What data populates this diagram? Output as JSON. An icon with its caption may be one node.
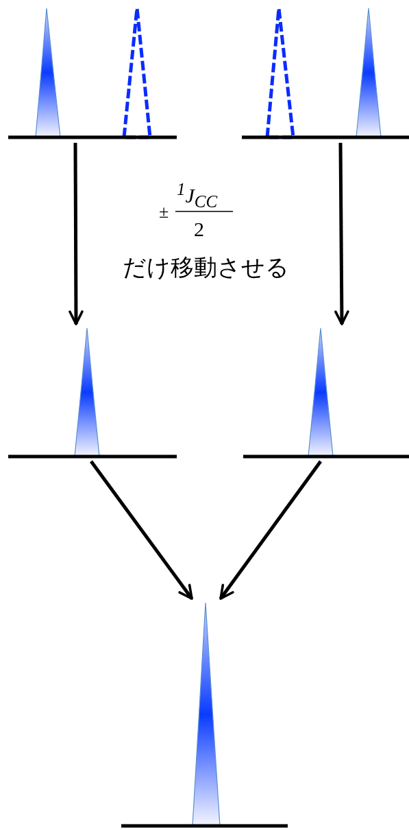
{
  "diagram": {
    "nodes": [
      {
        "text": [],
        "shape": "picture"
      },
      {
        "text": [],
        "shape": "picture"
      },
      {
        "text": [],
        "shape": "picture"
      },
      {
        "text": [],
        "shape": "picture"
      },
      {
        "text": [],
        "shape": "picture"
      }
    ],
    "edges": [
      {
        "from": 0,
        "to": 2,
        "arrow": "to"
      },
      {
        "from": 1,
        "to": 3,
        "arrow": "to"
      },
      {
        "from": 2,
        "to": 4,
        "arrow": "to"
      },
      {
        "from": 3,
        "to": 4,
        "arrow": "to"
      }
    ],
    "labels": [
      "±",
      "$^{1}$J$_{CC}$",
      "2",
      "だけ移動させる"
    ]
  }
}
